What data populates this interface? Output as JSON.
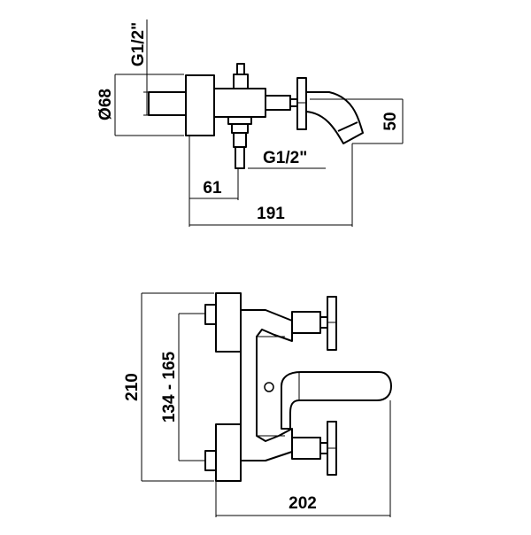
{
  "views": {
    "side": {
      "labels": {
        "inlet_thread": "G1/2\"",
        "body_diameter": "Ø68",
        "spout_height": "50",
        "outlet_thread": "G1/2\"",
        "outlet_offset": "61",
        "total_depth": "191"
      }
    },
    "front": {
      "labels": {
        "total_height": "210",
        "centre_range": "134 - 165",
        "total_width": "202"
      }
    }
  }
}
